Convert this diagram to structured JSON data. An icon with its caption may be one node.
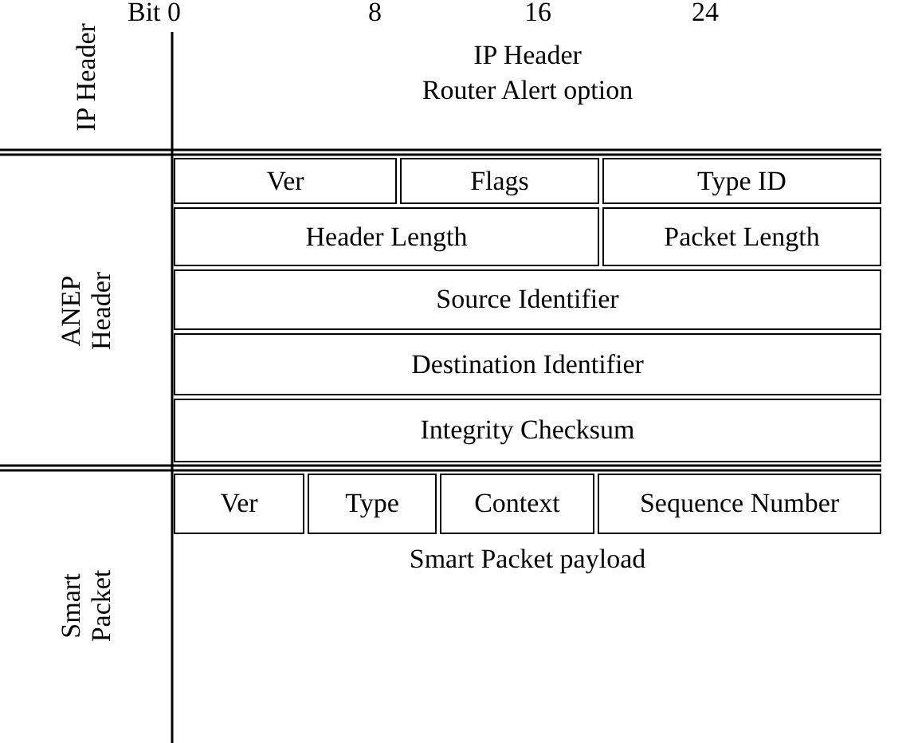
{
  "diagram": {
    "nodes": [
      {
        "text": [
          "IP Header",
          "Router Alert option"
        ]
      },
      {
        "text": [
          "Ver"
        ]
      },
      {
        "text": [
          "Flags"
        ]
      },
      {
        "text": [
          "Type ID"
        ]
      },
      {
        "text": [
          "Header Length"
        ]
      },
      {
        "text": [
          "Packet Length"
        ]
      },
      {
        "text": [
          "Source Identifier"
        ]
      },
      {
        "text": [
          "Destination Identifier"
        ]
      },
      {
        "text": [
          "Integrity Checksum"
        ]
      },
      {
        "text": [
          "Ver"
        ]
      },
      {
        "text": [
          "Type"
        ]
      },
      {
        "text": [
          "Context"
        ]
      },
      {
        "text": [
          "Sequence Number"
        ]
      },
      {
        "text": [
          "Smart Packet payload"
        ]
      }
    ],
    "labels": [
      "Bit 0",
      "8",
      "16",
      "24",
      "IP Header",
      "ANEP Header",
      "Smart Packet"
    ]
  }
}
